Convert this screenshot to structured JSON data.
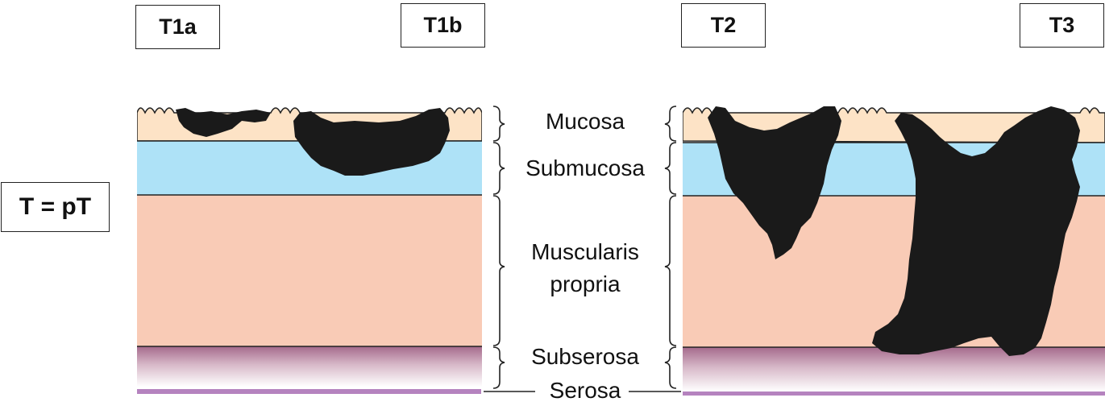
{
  "stage_labels": {
    "t1a": "T1a",
    "t1b": "T1b",
    "t2": "T2",
    "t3": "T3",
    "t_equals": "T = pT"
  },
  "layers": {
    "mucosa": "Mucosa",
    "submucosa": "Submucosa",
    "muscularis_line1": "Muscularis",
    "muscularis_line2": "propria",
    "subserosa": "Subserosa",
    "serosa": "Serosa"
  },
  "colors": {
    "mucosa": "#fde3c6",
    "submucosa": "#aee2f7",
    "muscularis": "#f9cbb6",
    "subserosa_top": "#a56a8c",
    "serosa_line": "#b583bf",
    "tumor": "#1a1a1a"
  }
}
